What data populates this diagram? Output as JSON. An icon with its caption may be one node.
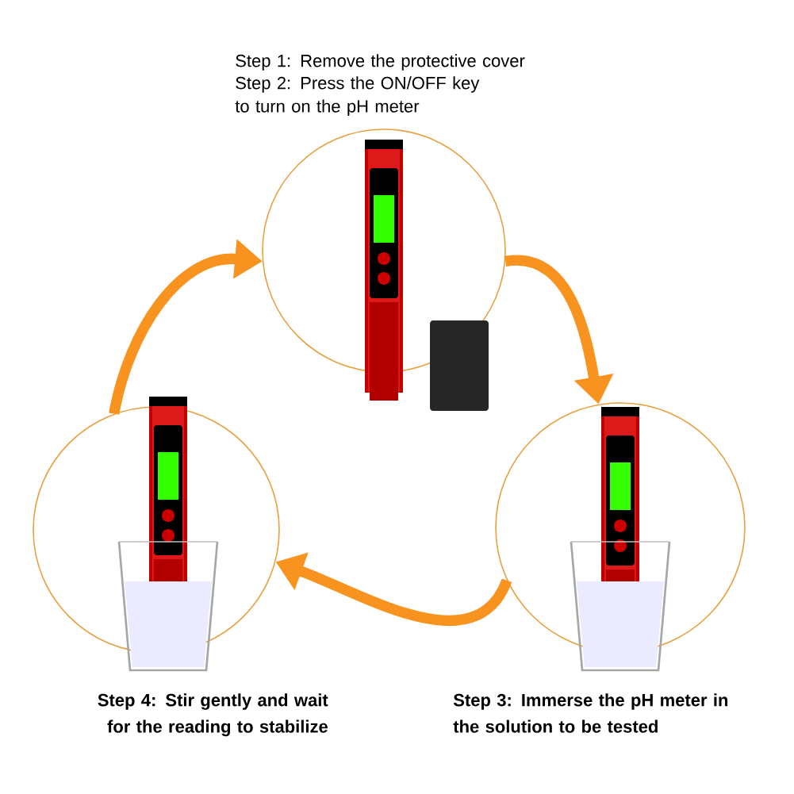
{
  "diagram": {
    "nodes": [
      {
        "text": [
          "Step 1: Remove the protective cover",
          "Step 2: Press the ON/OFF key to turn on the pH meter"
        ]
      },
      {
        "text": [
          "Step 3: Immerse the pH meter in the solution to be tested"
        ]
      },
      {
        "text": [
          "Step 4:  Stir gently and wait for the reading to stabilize"
        ]
      }
    ],
    "edges": [
      {
        "from": 0,
        "to": 1,
        "arrow": "to"
      },
      {
        "from": 1,
        "to": 2,
        "arrow": "to"
      },
      {
        "from": 2,
        "to": 0,
        "arrow": "to"
      }
    ]
  }
}
